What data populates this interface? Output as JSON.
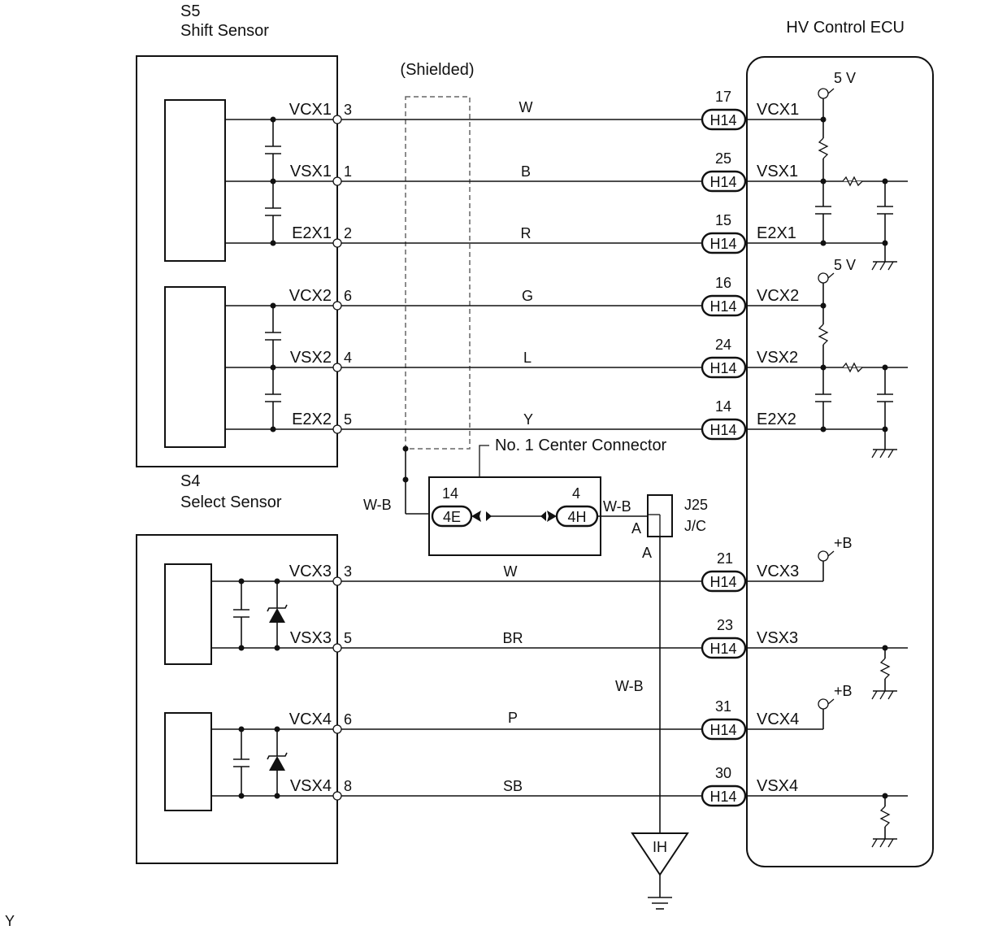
{
  "shift_sensor": {
    "code": "S5",
    "name": "Shift Sensor"
  },
  "select_sensor": {
    "code": "S4",
    "name": "Select Sensor"
  },
  "ecu": {
    "name": "HV Control ECU"
  },
  "shielded_label": "(Shielded)",
  "center_connector": {
    "name": "No. 1 Center Connector",
    "left_pin": "14",
    "left_conn": "4E",
    "right_pin": "4",
    "right_conn": "4H"
  },
  "junction": {
    "name": "J25",
    "type": "J/C",
    "pin_a": "A",
    "pin_a2": "A"
  },
  "ground_wire": "W-B",
  "ground_wire_right": "W-B",
  "ground_wire_down": "W-B",
  "ground_symbol": "IH",
  "supply_5v": "5 V",
  "supply_b": "+B",
  "footer_mark": "Y",
  "ecu_connector": "H14",
  "circuits": [
    {
      "sensor_terminal": "VCX1",
      "sensor_pin": "3",
      "wire": "W",
      "ecu_pin": "17",
      "ecu_terminal": "VCX1"
    },
    {
      "sensor_terminal": "VSX1",
      "sensor_pin": "1",
      "wire": "B",
      "ecu_pin": "25",
      "ecu_terminal": "VSX1"
    },
    {
      "sensor_terminal": "E2X1",
      "sensor_pin": "2",
      "wire": "R",
      "ecu_pin": "15",
      "ecu_terminal": "E2X1"
    },
    {
      "sensor_terminal": "VCX2",
      "sensor_pin": "6",
      "wire": "G",
      "ecu_pin": "16",
      "ecu_terminal": "VCX2"
    },
    {
      "sensor_terminal": "VSX2",
      "sensor_pin": "4",
      "wire": "L",
      "ecu_pin": "24",
      "ecu_terminal": "VSX2"
    },
    {
      "sensor_terminal": "E2X2",
      "sensor_pin": "5",
      "wire": "Y",
      "ecu_pin": "14",
      "ecu_terminal": "E2X2"
    },
    {
      "sensor_terminal": "VCX3",
      "sensor_pin": "3",
      "wire": "W",
      "ecu_pin": "21",
      "ecu_terminal": "VCX3"
    },
    {
      "sensor_terminal": "VSX3",
      "sensor_pin": "5",
      "wire": "BR",
      "ecu_pin": "23",
      "ecu_terminal": "VSX3"
    },
    {
      "sensor_terminal": "VCX4",
      "sensor_pin": "6",
      "wire": "P",
      "ecu_pin": "31",
      "ecu_terminal": "VCX4"
    },
    {
      "sensor_terminal": "VSX4",
      "sensor_pin": "8",
      "wire": "SB",
      "ecu_pin": "30",
      "ecu_terminal": "VSX4"
    }
  ]
}
